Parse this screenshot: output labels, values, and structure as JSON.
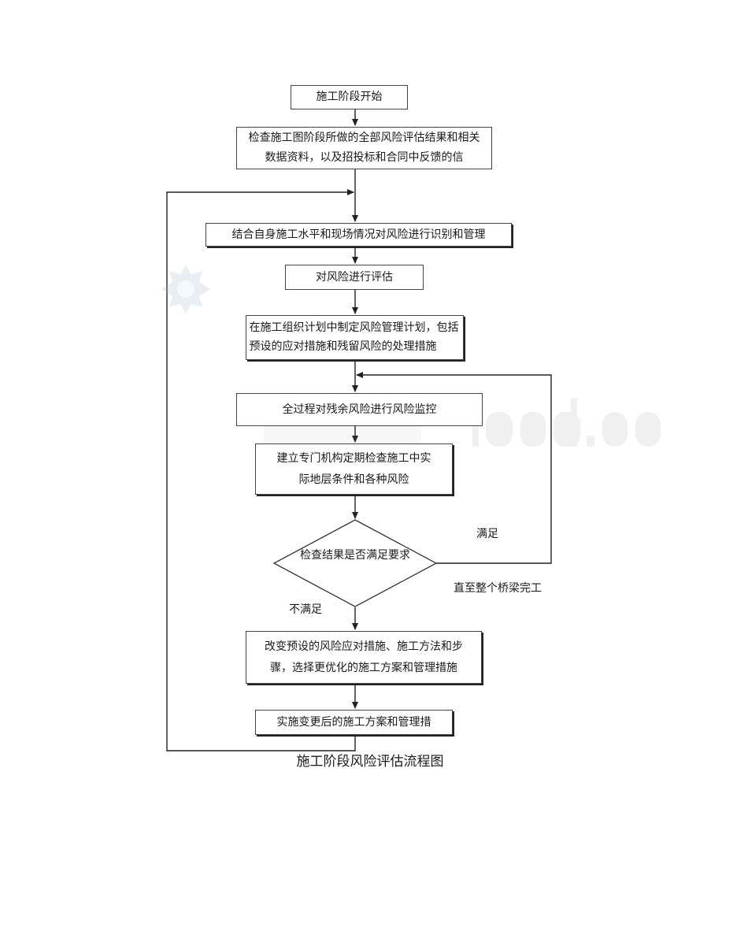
{
  "nodes": {
    "start": "施工阶段开始",
    "check_docs": "检查施工图阶段所做的全部风险评估结果和相关数据资料，以及招投标和合同中反馈的信",
    "identify": "结合自身施工水平和现场情况对风险进行识别和管理",
    "assess": "对风险进行评估",
    "plan": "在施工组织计划中制定风险管理计划，包括预设的应对措施和残留风险的处理措施",
    "monitor": "全过程对残余风险进行风险监控",
    "inspect": "建立专门机构定期检查施工中实际地层条件和各种风险",
    "decision": "检查结果是否满足要求",
    "change": "改变预设的风险应对措施、施工方法和步骤，选择更优化的施工方案和管理措施",
    "implement": "实施变更后的施工方案和管理措"
  },
  "labels": {
    "satisfied": "满足",
    "until_complete": "直至整个桥梁完工",
    "not_satisfied": "不满足"
  },
  "caption": "施工阶段风险评估流程图"
}
